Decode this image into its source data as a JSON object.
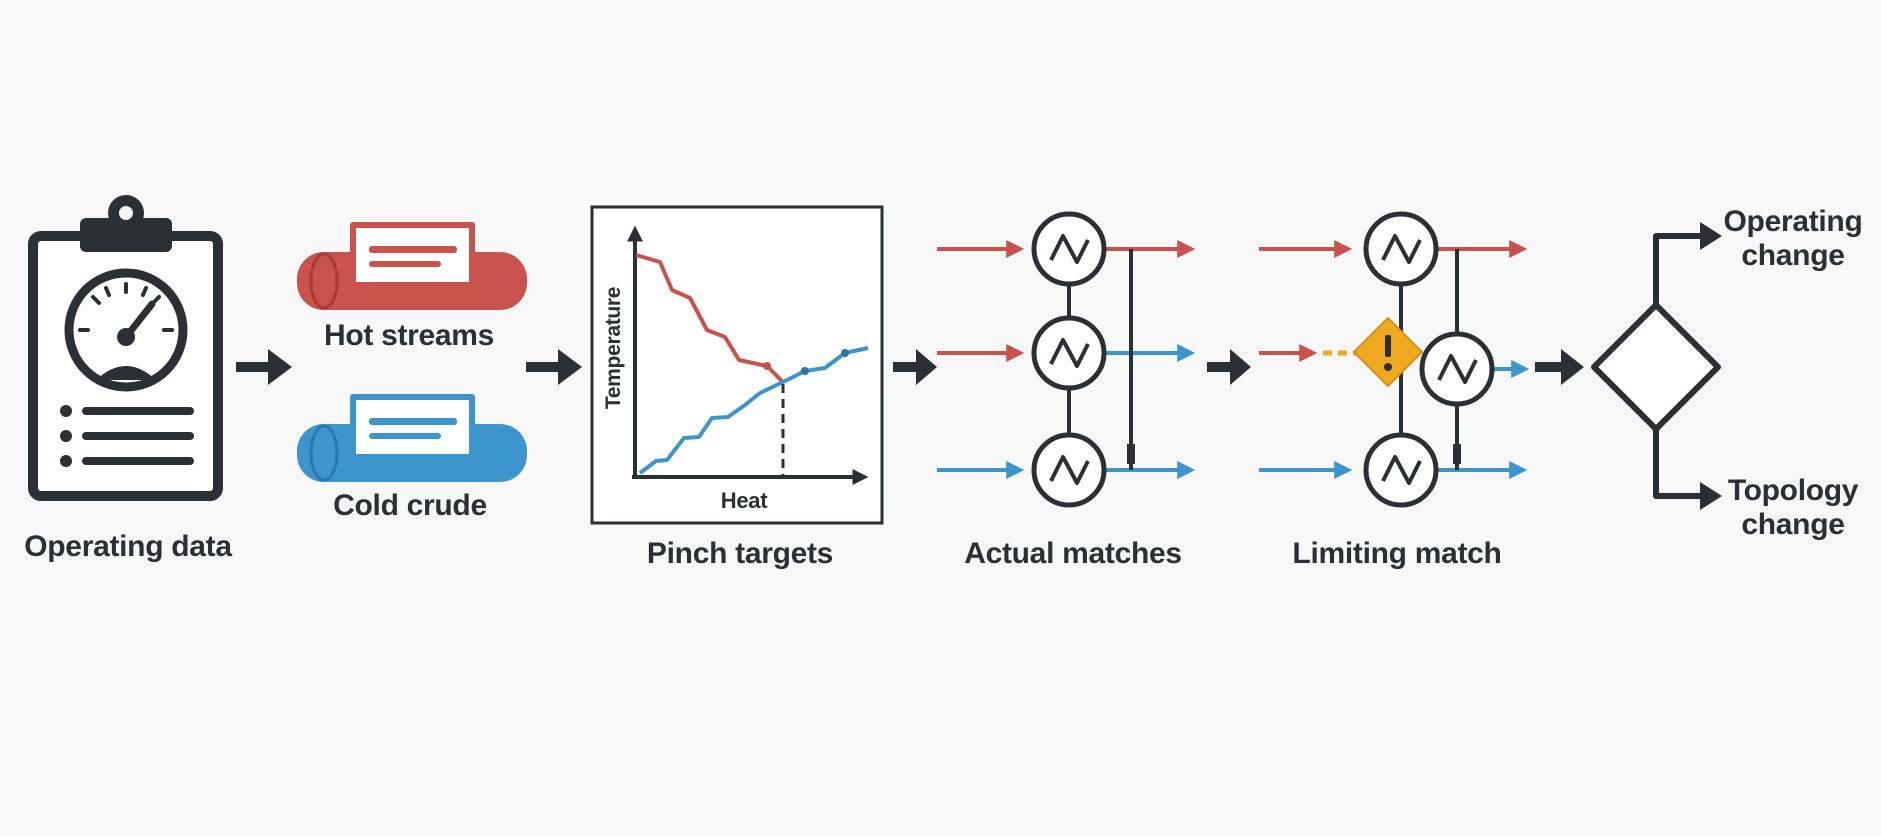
{
  "stages": {
    "operating_data": "Operating data",
    "hot_streams": "Hot streams",
    "cold_crude": "Cold crude",
    "pinch_targets": "Pinch targets",
    "actual_matches": "Actual matches",
    "limiting_match": "Limiting match",
    "operating_change": "Operating\nchange",
    "topology_change": "Topology\nchange"
  },
  "chart": {
    "x_label": "Heat",
    "y_label": "Temperature"
  },
  "colors": {
    "dark": "#2b2f36",
    "hot": "#c9524c",
    "cold": "#3e95cd",
    "warning": "#f0a91f",
    "background": "#f8f8f8"
  },
  "icons": [
    "clipboard-gauge-icon",
    "hot-pipe-icon",
    "cold-pipe-icon",
    "heat-exchanger-icon",
    "warning-icon",
    "decision-diamond-icon"
  ]
}
